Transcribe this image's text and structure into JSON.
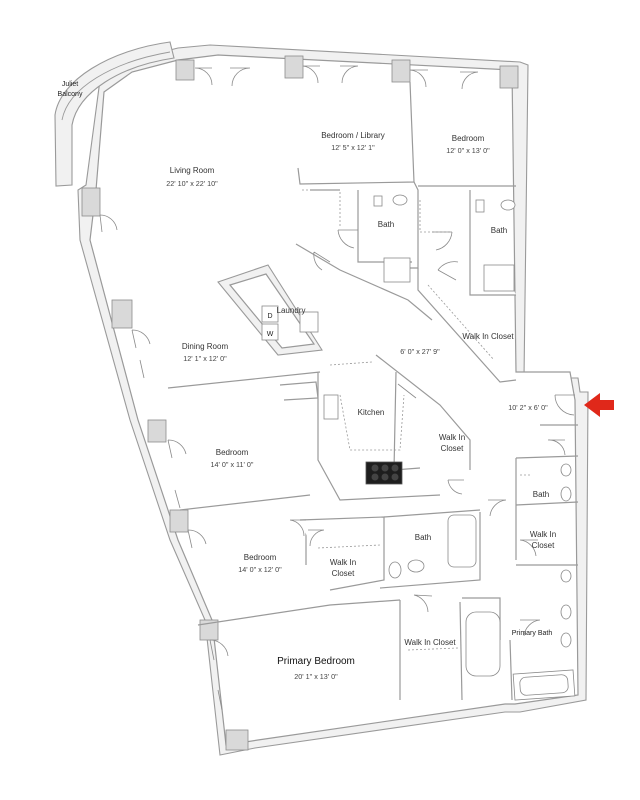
{
  "rooms": {
    "juliet_balcony": {
      "line1": "Juliet",
      "line2": "Balcony"
    },
    "living_room": {
      "name": "Living Room",
      "dims": "22' 10\" x 22' 10\""
    },
    "bedroom_library": {
      "name": "Bedroom / Library",
      "dims": "12' 5\" x 12' 1\""
    },
    "bedroom_ne": {
      "name": "Bedroom",
      "dims": "12' 0\" x 13' 0\""
    },
    "bath_1": {
      "name": "Bath"
    },
    "bath_2": {
      "name": "Bath"
    },
    "laundry": {
      "name": "Laundry",
      "d": "D",
      "w": "W"
    },
    "walk_in_closet_ne": {
      "name": "Walk In Closet"
    },
    "dining_room": {
      "name": "Dining Room",
      "dims": "12' 1\" x 12' 0\""
    },
    "hallway": {
      "dims": "6' 0\" x 27' 9\""
    },
    "foyer": {
      "dims": "10' 2\" x 6' 0\""
    },
    "kitchen": {
      "name": "Kitchen"
    },
    "walk_in_closet_kitchen": {
      "line1": "Walk In",
      "line2": "Closet"
    },
    "bedroom_2": {
      "name": "Bedroom",
      "dims": "14' 0\" x 11' 0\""
    },
    "bath_3": {
      "name": "Bath"
    },
    "bath_4": {
      "name": "Bath"
    },
    "walk_in_closet_east": {
      "line1": "Walk In",
      "line2": "Closet"
    },
    "bedroom_3": {
      "name": "Bedroom",
      "dims": "14' 0\" x 12' 0\""
    },
    "walk_in_closet_bed3": {
      "line1": "Walk In",
      "line2": "Closet"
    },
    "walk_in_closet_primary": {
      "name": "Walk In Closet"
    },
    "primary_bath": {
      "name": "Primary Bath"
    },
    "primary_bedroom": {
      "name": "Primary Bedroom",
      "dims": "20' 1\" x 13' 0\""
    }
  },
  "colors": {
    "entry_arrow": "#e0281a",
    "wall": "#9a9a9a",
    "pier": "#d9d9d9"
  },
  "icons": {
    "entry": "entry-arrow-icon"
  }
}
